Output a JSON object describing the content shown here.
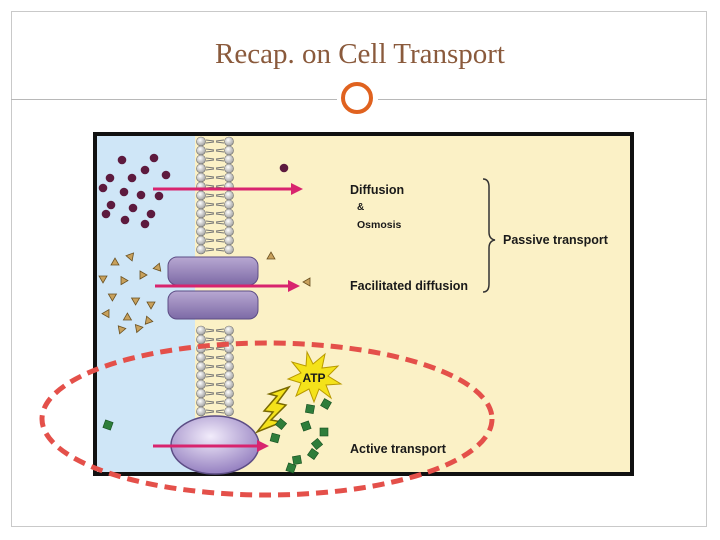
{
  "slide": {
    "title": "Recap. on Cell Transport"
  },
  "diagram": {
    "labels": {
      "diffusion": "Diffusion",
      "ampersand": "&",
      "osmosis": "Osmosis",
      "passive": "Passive transport",
      "facilitated": "Facilitated diffusion",
      "active": "Active transport",
      "atp": "ATP"
    }
  },
  "colors": {
    "accent": "#e0621f",
    "title": "#8a5a3c",
    "outside": "#cfe6f7",
    "inside": "#fbf1c6",
    "arrow": "#d8246e",
    "highlight": "#e4504a"
  }
}
